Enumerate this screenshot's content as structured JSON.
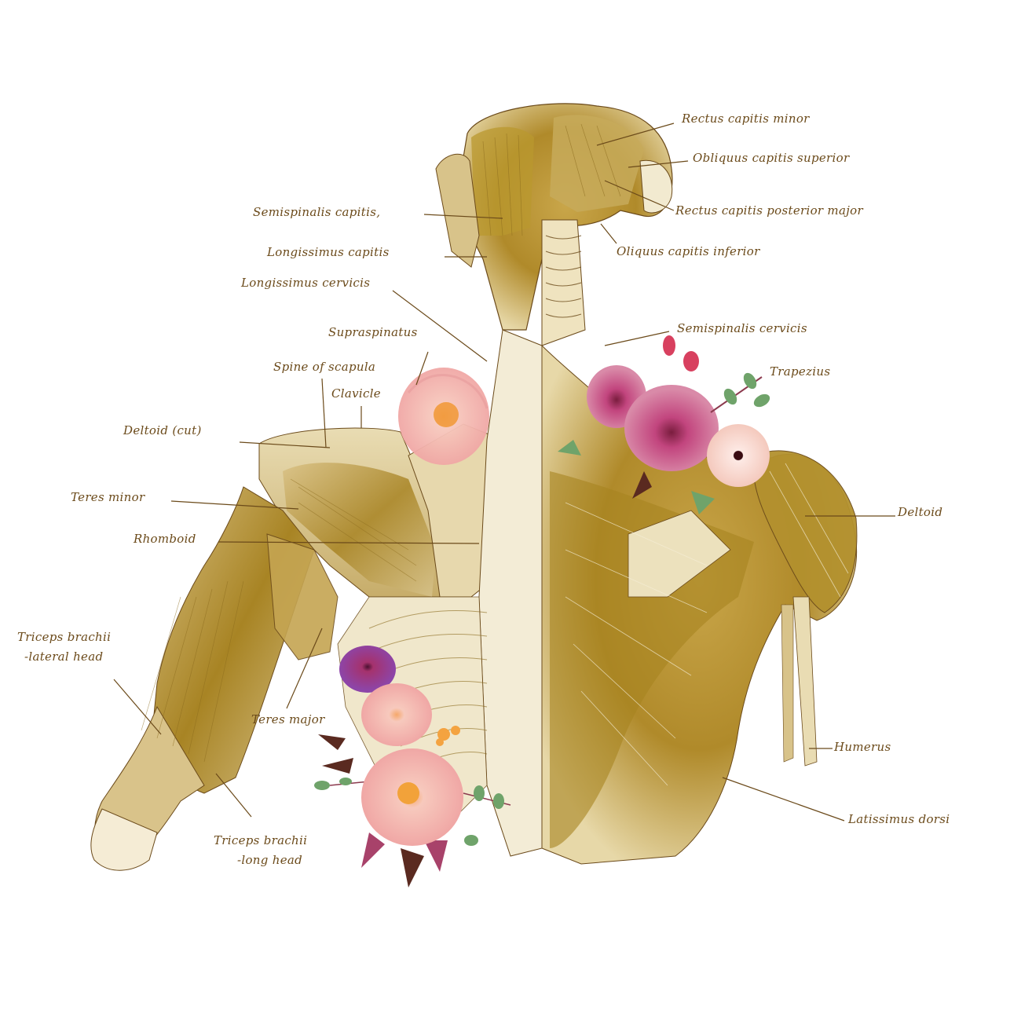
{
  "figure": {
    "subject": "Posterior view of back and neck muscles with watercolor floral accents",
    "colors": {
      "background": "#ffffff",
      "muscle_gold": "#b8962e",
      "muscle_light": "#e6d6a4",
      "muscle_dark": "#8a6a1c",
      "line_brown": "#6b4a1a",
      "label_text": "#6b4a1a",
      "flower_pink": "#f3b9b2",
      "flower_magenta": "#b8336a",
      "flower_purple": "#8e3a9d",
      "flower_white": "#fbe8e2",
      "flower_center_orange": "#f2a23a",
      "leaf_green": "#6fa36a",
      "leaf_dark": "#5a2a20"
    }
  },
  "labels": {
    "rectus_capitis_minor": "Rectus capitis minor",
    "obliquus_capitis_superior": "Obliquus capitis superior",
    "rectus_capitis_posterior_major": "Rectus capitis posterior major",
    "obliquus_capitis_inferior": "Oliquus capitis inferior",
    "semispinalis_capitis": "Semispinalis capitis,",
    "longissimus_capitis": "Longissimus capitis",
    "longissimus_cervicis": "Longissimus cervicis",
    "supraspinatus": "Supraspinatus",
    "spine_of_scapula": "Spine of scapula",
    "clavicle": "Clavicle",
    "deltoid_cut": "Deltoid (cut)",
    "semispinalis_cervicis": "Semispinalis cervicis",
    "trapezius": "Trapezius",
    "teres_minor": "Teres minor",
    "rhomboid": "Rhomboid",
    "deltoid": "Deltoid",
    "triceps_lateral_line1": "Triceps brachii",
    "triceps_lateral_line2": "-lateral head",
    "teres_major": "Teres major",
    "humerus": "Humerus",
    "triceps_long_line1": "Triceps brachii",
    "triceps_long_line2": "-long head",
    "latissimus_dorsi": "Latissimus dorsi"
  }
}
